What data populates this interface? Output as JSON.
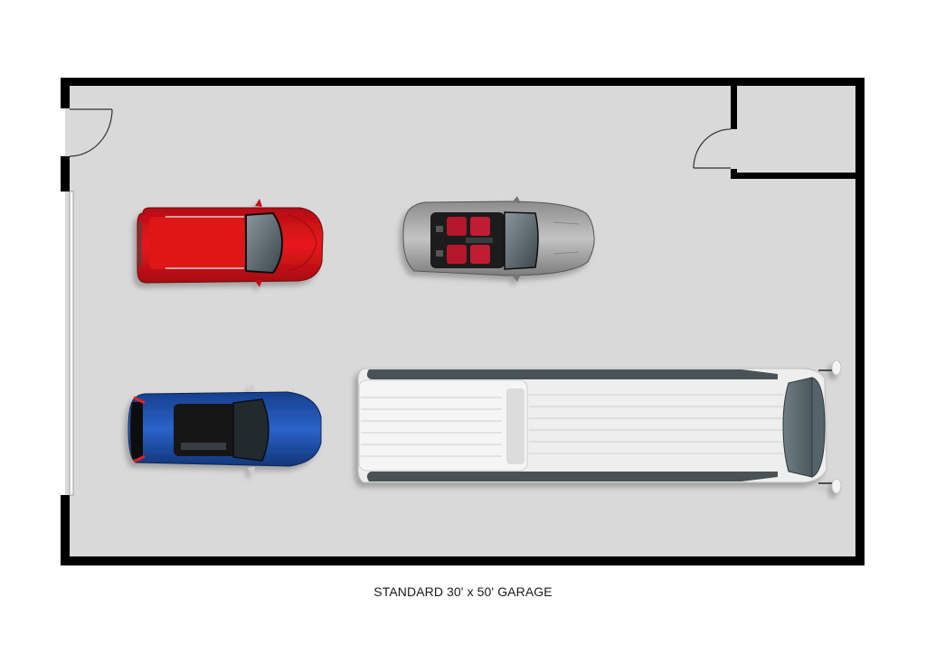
{
  "title": "STANDARD 30' x 50' GARAGE",
  "colors": {
    "floor": "#d9d9d9",
    "wall": "#000000",
    "background": "#ffffff",
    "car_red": "#d8141a",
    "car_silver": "#a7a7a7",
    "car_interior_red": "#b5182a",
    "car_blue": "#1f4fa8",
    "van_body": "#f2f2f2",
    "van_trim": "#4a5356",
    "windshield": "#5f6e74"
  },
  "plan": {
    "room": "garage",
    "dimensions_label": "30' x 50'",
    "doors": [
      {
        "name": "left-entry-door",
        "location": "top-left wall"
      },
      {
        "name": "storage-room-door",
        "location": "top-right closet"
      }
    ],
    "openings": [
      {
        "name": "garage-door-opening",
        "location": "left wall"
      }
    ],
    "rooms": [
      {
        "name": "storage-closet",
        "location": "top-right corner"
      }
    ],
    "vehicles": [
      {
        "name": "red-suv",
        "color": "red",
        "facing": "right"
      },
      {
        "name": "silver-convertible",
        "color": "silver",
        "interior": "red",
        "facing": "right"
      },
      {
        "name": "blue-hatchback",
        "color": "blue",
        "facing": "right"
      },
      {
        "name": "white-van",
        "color": "white",
        "facing": "right"
      }
    ]
  }
}
